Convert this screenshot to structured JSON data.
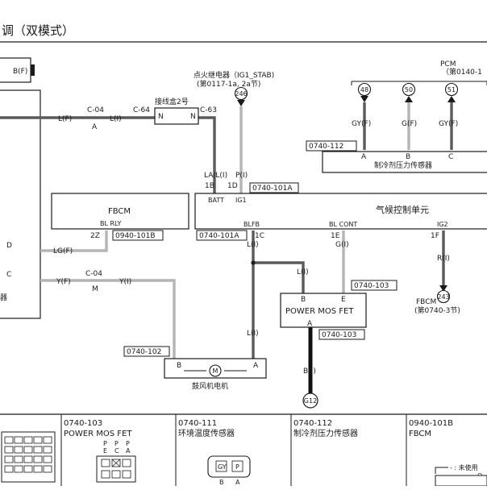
{
  "title": "调（双模式）",
  "top_connector_label": "B(F)",
  "relay": {
    "title": "点火继电器（IG1_STAB)",
    "subtitle": "(第0117-1a, 2a节)",
    "badge": "246"
  },
  "pcm": {
    "title": "PCM",
    "subtitle": "（第0140-1",
    "badges": [
      "48",
      "50",
      "51"
    ],
    "wires": [
      "GY(F)",
      "G(F)",
      "GY(F)"
    ],
    "pins": [
      "A",
      "B",
      "C"
    ]
  },
  "junction_box": {
    "title": "接线盒2号",
    "pin_left": "N",
    "pin_right": "N",
    "conn_left": "C-64",
    "conn_right": "C-63"
  },
  "refrigerant_sensor": {
    "name": "制冷剂压力传感器",
    "ref": "0740-112"
  },
  "fbcm": {
    "name": "FBCM",
    "pin_name": "BL RLY",
    "pin": "2Z",
    "ref": "0940-101B"
  },
  "climate_unit": {
    "name": "气候控制单元",
    "ref": "0740-101A",
    "ref_bottom": "0740-101A",
    "pin_labels": [
      "BATT",
      "IG1",
      "BLFB",
      "BL CONT",
      "IG2"
    ],
    "pins": [
      "1B",
      "1D",
      "1C",
      "1E",
      "1F"
    ],
    "top_wires": [
      "LA/L(I)",
      "P(I)"
    ]
  },
  "left_wires": {
    "top_conn": "C-04",
    "top_pin": "A",
    "top_left": "L(F)",
    "top_right": "L(I)",
    "mid_pin": "D",
    "mid_wire": "LG(F)",
    "low_pin": "C",
    "low_wire_left": "Y(F)",
    "low_conn": "C-04",
    "low_conn_pin": "M",
    "low_wire_right": "Y(I)",
    "module_fragment": "器"
  },
  "power_mos_fet": {
    "name": "POWER MOS FET",
    "ref": "0740-103",
    "ref_bottom": "0740-103",
    "pin_b": "B",
    "pin_e": "E",
    "pin_a": "A"
  },
  "blower": {
    "name": "鼓风机电机",
    "ref": "0740-102",
    "motor_symbol": "M",
    "pin_b": "B",
    "pin_a": "A"
  },
  "wire_labels": {
    "blfb_wire": "L(I)",
    "mos_in": "L(I)",
    "mos_e_wire": "G(I)",
    "blower_a_wire": "L(I)",
    "ground_wire": "B(I)",
    "ig2_wire": "R(I)"
  },
  "ground": "G12",
  "fbcm_ref": {
    "title": "FBCM",
    "subtitle": "(第0740-3节)",
    "badge": "243"
  },
  "connectors_panel": {
    "items": [
      {
        "code": "0740-103",
        "name": "POWER MOS FET"
      },
      {
        "code": "0740-111",
        "name": "环境温度传感器"
      },
      {
        "code": "0740-112",
        "name": "制冷剂压力传感器"
      },
      {
        "code": "0940-101B",
        "name": "FBCM"
      }
    ],
    "mos_pins_top": [
      "P",
      "P",
      "P"
    ],
    "mos_pins_mid": [
      "E",
      "C",
      "A"
    ],
    "sensor_pins": [
      "GY",
      "P"
    ],
    "sensor_pin_letters": [
      "B",
      "A"
    ],
    "fbcm_note": "- : 未使用",
    "fbcm_edge": "Q"
  },
  "colors": {
    "black_wire": "#111111",
    "dark_gray_wire": "#5a5a5a",
    "light_gray_wire": "#b4b4b4",
    "line": "#1a1a1a"
  }
}
